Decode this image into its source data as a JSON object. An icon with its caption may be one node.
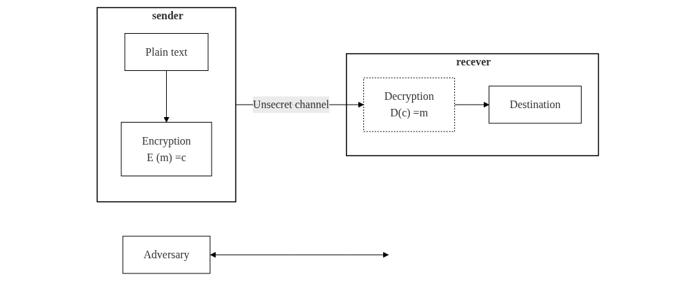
{
  "diagram": {
    "nodes": [
      {
        "text": [
          "sender"
        ]
      },
      {
        "text": [
          "Encryption",
          "E (m) =c"
        ],
        "in": 0
      },
      {
        "text": [
          "Plain text"
        ],
        "in": 0
      },
      {
        "text": [
          "Adversary"
        ]
      },
      {
        "text": [
          "recever"
        ]
      },
      {
        "text": [
          "Decryption",
          "D(c) =m"
        ],
        "in": 4
      },
      {
        "text": [
          "Destination"
        ],
        "in": 4
      }
    ],
    "edges": [
      {
        "from": 2,
        "to": 1,
        "arrow": "to"
      },
      {
        "from": 0,
        "to": 5,
        "arrow": "to",
        "label": "Unsecret channel"
      },
      {
        "from": 3,
        "to": null,
        "arrow": "both"
      },
      {
        "from": 5,
        "to": 6,
        "arrow": "to"
      }
    ]
  }
}
